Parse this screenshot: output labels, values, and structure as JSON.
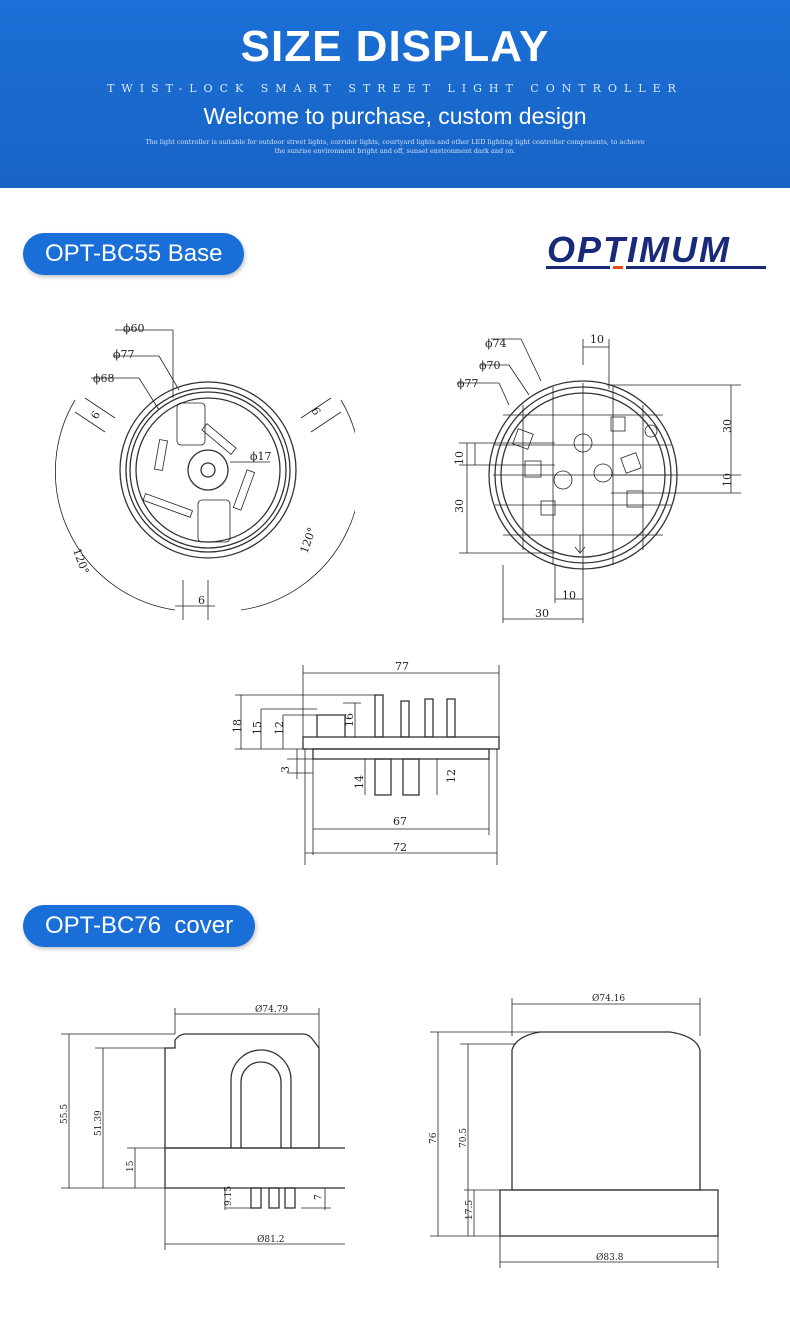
{
  "hero": {
    "title": "SIZE DISPLAY",
    "subtitle": "TWIST-LOCK SMART STREET LIGHT CONTROLLER",
    "welcome": "Welcome to purchase, custom design",
    "description": "The light controller is suitable for outdoor street lights, corridor lights, courtyard lights and other LED lighting light controller components, to achieve the sunrise environment bright and off, sunset environment dark and on."
  },
  "sections": {
    "base_label": "OPT-BC55 Base",
    "cover_label": "OPT-BC76  cover"
  },
  "brand": {
    "logo_text": "OPTIMUM",
    "color_dark": "#1a2a7a",
    "color_accent": "#e84a1a"
  },
  "colors": {
    "hero_blue": "#1a6ed8",
    "pill_blue": "#1a6ed8"
  },
  "base_top": {
    "d60": "ϕ60",
    "d77": "ϕ77",
    "d68": "ϕ68",
    "d17": "ϕ17",
    "six_a": "6",
    "six_b": "6",
    "six_c": "6",
    "angle_a": "120°",
    "angle_b": "120°"
  },
  "base_bottom": {
    "d74": "ϕ74",
    "d70": "ϕ70",
    "d77": "ϕ77",
    "ten_top": "10",
    "thirty_right": "30",
    "ten_right": "10",
    "ten_left": "10",
    "thirty_left": "30",
    "ten_bottom": "10",
    "thirty_bottom": "30"
  },
  "base_side": {
    "w77": "77",
    "h18": "18",
    "h15": "15",
    "h12": "12",
    "h16": "16",
    "h3": "3",
    "h14": "14",
    "h12b": "12",
    "w67": "67",
    "w72": "72"
  },
  "cover_front": {
    "top_w": "Ø74.79",
    "h55": "55.5",
    "h51": "51.39",
    "h15": "15",
    "h9": "9.15",
    "h7": "7",
    "bottom_w": "Ø81.2"
  },
  "cover_side": {
    "top_w": "Ø74.16",
    "h76": "76",
    "h70": "70.5",
    "h17": "17.5",
    "bottom_w": "Ø83.8"
  }
}
